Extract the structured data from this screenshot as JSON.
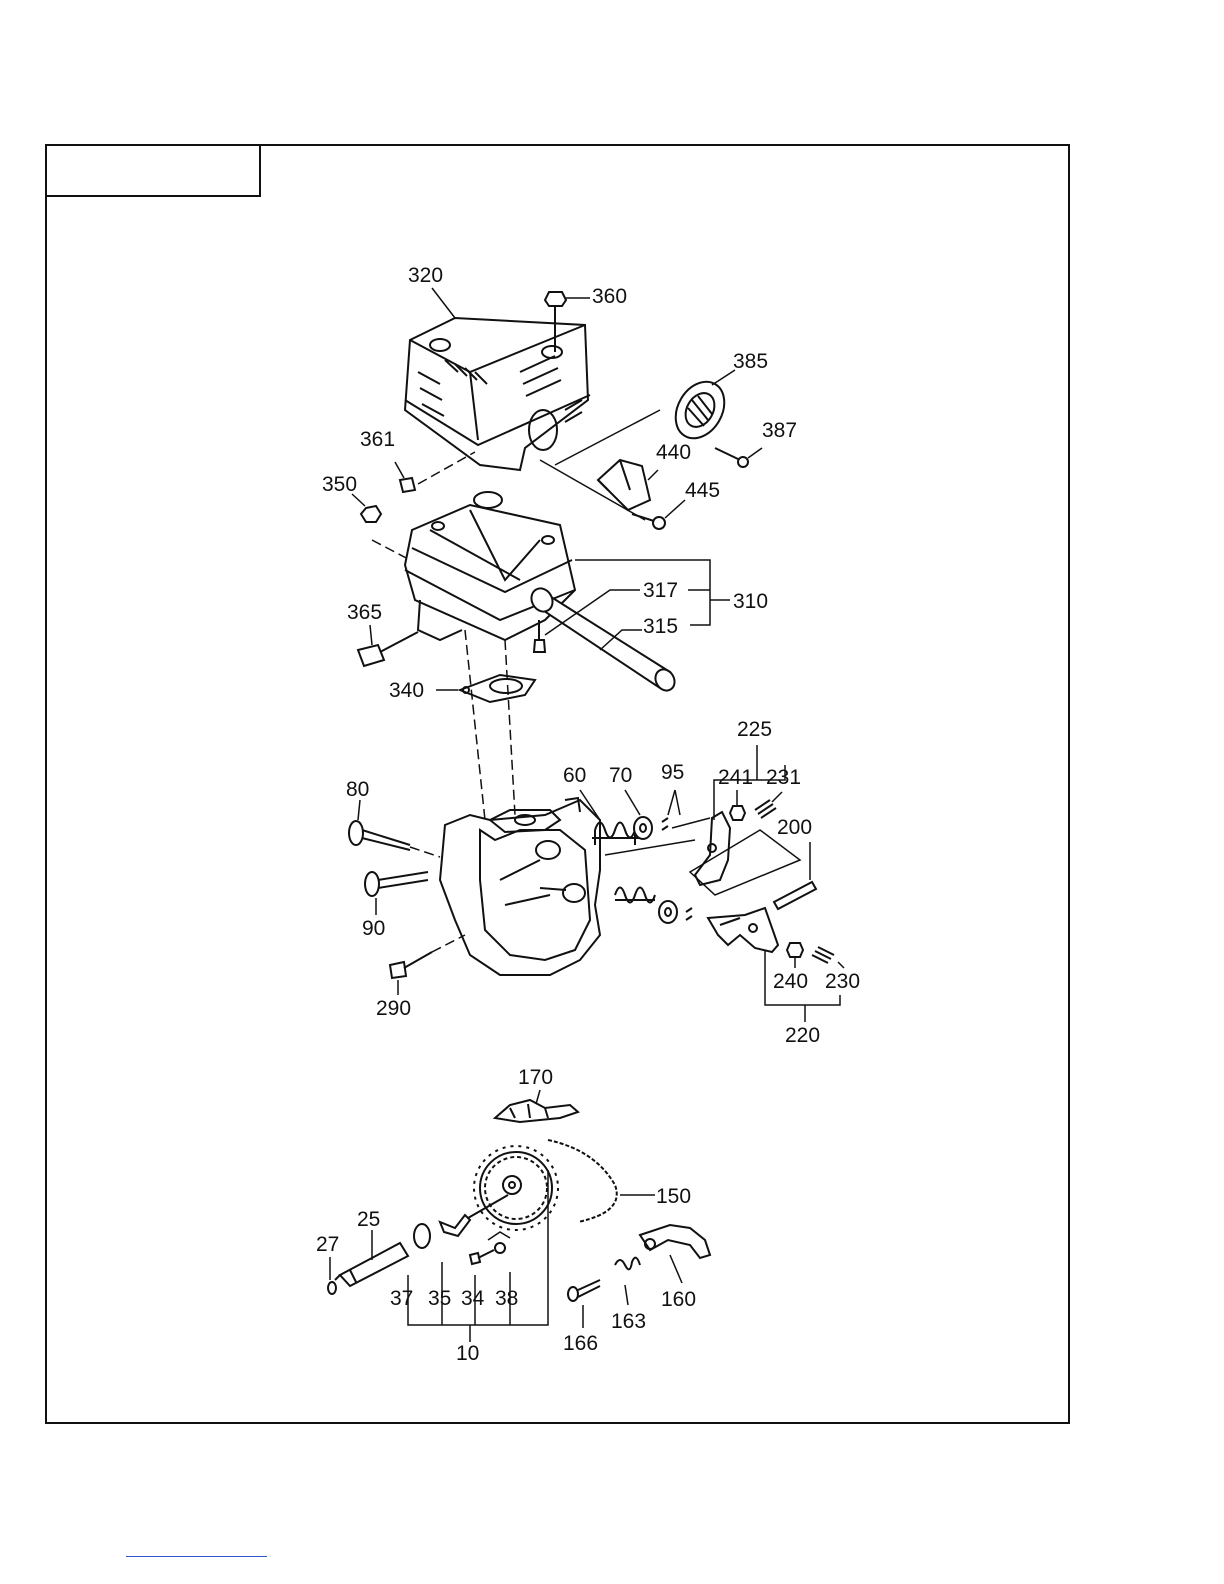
{
  "labels": {
    "p320": "320",
    "p360": "360",
    "p385": "385",
    "p387": "387",
    "p361": "361",
    "p440": "440",
    "p350": "350",
    "p445": "445",
    "p317": "317",
    "p310": "310",
    "p365": "365",
    "p315": "315",
    "p340": "340",
    "p225": "225",
    "p60": "60",
    "p70": "70",
    "p95": "95",
    "p241": "241",
    "p231": "231",
    "p80": "80",
    "p200": "200",
    "p90": "90",
    "p240": "240",
    "p230": "230",
    "p290": "290",
    "p220": "220",
    "p170": "170",
    "p150": "150",
    "p25": "25",
    "p27": "27",
    "p37": "37",
    "p35": "35",
    "p34": "34",
    "p38": "38",
    "p160": "160",
    "p163": "163",
    "p166": "166",
    "p10": "10"
  }
}
